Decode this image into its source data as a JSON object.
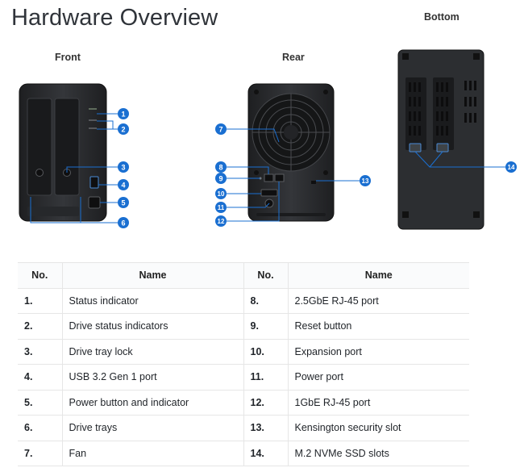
{
  "title": "Hardware Overview",
  "views": {
    "front": "Front",
    "rear": "Rear",
    "bottom": "Bottom"
  },
  "callouts": {
    "c1": "1",
    "c2": "2",
    "c3": "3",
    "c4": "4",
    "c5": "5",
    "c6": "6",
    "c7": "7",
    "c8": "8",
    "c9": "9",
    "c10": "10",
    "c11": "11",
    "c12": "12",
    "c13": "13",
    "c14": "14"
  },
  "table": {
    "headers": [
      "No.",
      "Name",
      "No.",
      "Name"
    ],
    "rows": [
      {
        "no_a": "1.",
        "name_a": "Status indicator",
        "no_b": "8.",
        "name_b": "2.5GbE RJ-45 port"
      },
      {
        "no_a": "2.",
        "name_a": "Drive status indicators",
        "no_b": "9.",
        "name_b": "Reset button"
      },
      {
        "no_a": "3.",
        "name_a": "Drive tray lock",
        "no_b": "10.",
        "name_b": "Expansion port"
      },
      {
        "no_a": "4.",
        "name_a": "USB 3.2 Gen 1 port",
        "no_b": "11.",
        "name_b": "Power port"
      },
      {
        "no_a": "5.",
        "name_a": "Power button and indicator",
        "no_b": "12.",
        "name_b": "1GbE RJ-45 port"
      },
      {
        "no_a": "6.",
        "name_a": "Drive trays",
        "no_b": "13.",
        "name_b": "Kensington security slot"
      },
      {
        "no_a": "7.",
        "name_a": "Fan",
        "no_b": "14.",
        "name_b": "M.2 NVMe SSD slots"
      }
    ]
  },
  "colors": {
    "callout": "#1a6fd1",
    "device": "#2b2d30"
  }
}
